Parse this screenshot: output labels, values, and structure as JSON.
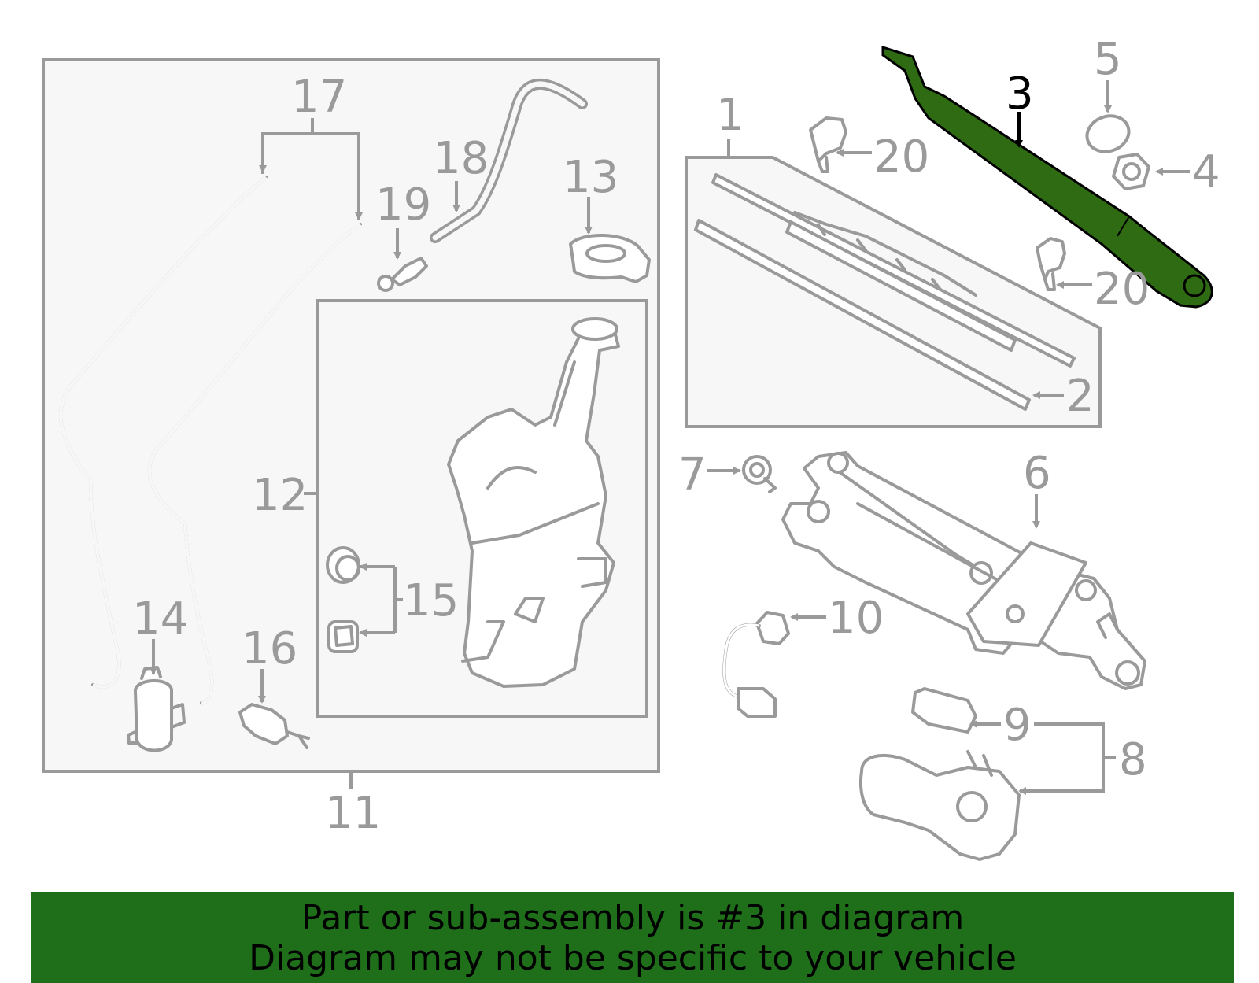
{
  "highlight_color": "#2e6b12",
  "banner_color": "#1f6f1a",
  "callouts": {
    "c1": "1",
    "c2": "2",
    "c3": "3",
    "c4": "4",
    "c5": "5",
    "c6": "6",
    "c7": "7",
    "c8": "8",
    "c9": "9",
    "c10": "10",
    "c11": "11",
    "c12": "12",
    "c13": "13",
    "c14": "14",
    "c15": "15",
    "c16": "16",
    "c17": "17",
    "c18": "18",
    "c19": "19",
    "c20a": "20",
    "c20b": "20"
  },
  "banner": {
    "line1": "Part or sub-assembly is #3 in diagram",
    "line2": "Diagram may not be specific to your vehicle"
  }
}
